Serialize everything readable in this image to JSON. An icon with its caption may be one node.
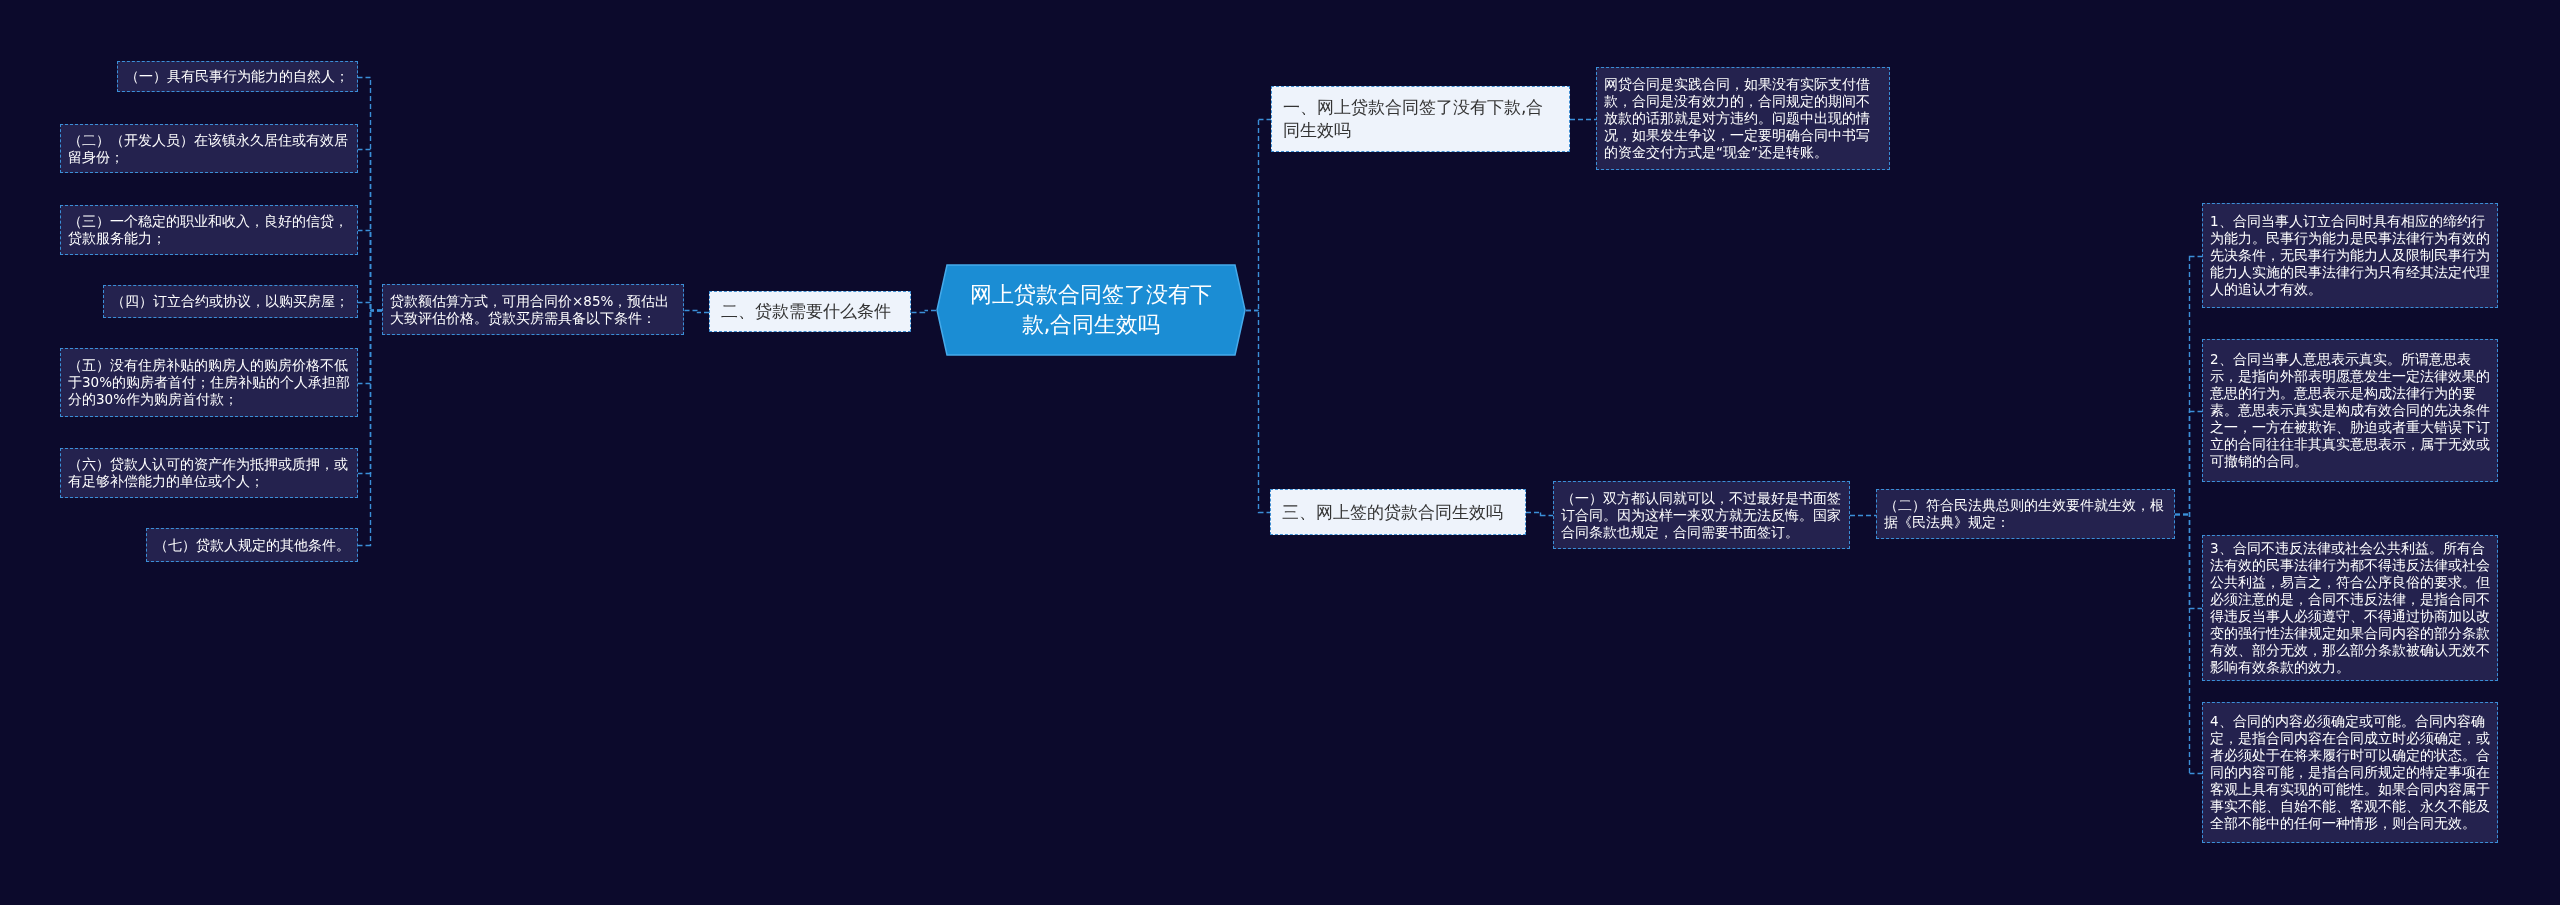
{
  "diagram": {
    "nodes": [
      {
        "text": [
          "网上贷款合同签了没有下款,合同生效吗"
        ]
      },
      {
        "text": [
          "一、网上贷款合同签了没有下款,合同生效吗"
        ]
      },
      {
        "text": [
          "网贷合同是实践合同，如果没有实际支付借款，合同是没有效力的，合同规定的期间不放款的话那就是对方违约。问题中出现的情况，如果发生争议，一定要明确合同中书写的资金交付方式是“现金”还是转账。"
        ]
      },
      {
        "text": [
          "二、贷款需要什么条件"
        ]
      },
      {
        "text": [
          "贷款额估算方式，可用合同价×85%，预估出大致评估价格。贷款买房需具备以下条件："
        ]
      },
      {
        "text": [
          "（一）具有民事行为能力的自然人；"
        ]
      },
      {
        "text": [
          "（二）（开发人员）在该镇永久居住或有效居留身份；"
        ]
      },
      {
        "text": [
          "（三）一个稳定的职业和收入，良好的信贷，贷款服务能力；"
        ]
      },
      {
        "text": [
          "（四）订立合约或协议，以购买房屋；"
        ]
      },
      {
        "text": [
          "（五）没有住房补贴的购房人的购房价格不低于30%的购房者首付；住房补贴的个人承担部分的30%作为购房首付款；"
        ]
      },
      {
        "text": [
          "（六）贷款人认可的资产作为抵押或质押，或有足够补偿能力的单位或个人；"
        ]
      },
      {
        "text": [
          "（七）贷款人规定的其他条件。"
        ]
      },
      {
        "text": [
          "三、网上签的贷款合同生效吗"
        ]
      },
      {
        "text": [
          "（一）双方都认同就可以，不过最好是书面签订合同。因为这样一来双方就无法反悔。国家合同条款也规定，合同需要书面签订。"
        ]
      },
      {
        "text": [
          "（二）符合民法典总则的生效要件就生效，根据《民法典》规定："
        ]
      },
      {
        "text": [
          "1、合同当事人订立合同时具有相应的缔约行为能力。民事行为能力是民事法律行为有效的先决条件，无民事行为能力人及限制民事行为能力人实施的民事法律行为只有经其法定代理人的追认才有效。"
        ]
      },
      {
        "text": [
          "2、合同当事人意思表示真实。所谓意思表示，是指向外部表明愿意发生一定法律效果的意思的行为。意思表示是构成法律行为的要素。意思表示真实是构成有效合同的先决条件之一，一方在被欺诈、胁迫或者重大错误下订立的合同往往非其真实意思表示，属于无效或可撤销的合同。"
        ]
      },
      {
        "text": [
          "3、合同不违反法律或社会公共利益。所有合法有效的民事法律行为都不得违反法律或社会公共利益，易言之，符合公序良俗的要求。但必须注意的是，合同不违反法律，是指合同不得违反当事人必须遵守、不得通过协商加以改变的强行性法律规定如果合同内容的部分条款有效、部分无效，那么部分条款被确认无效不影响有效条款的效力。"
        ]
      },
      {
        "text": [
          "4、合同的内容必须确定或可能。合同内容确定，是指合同内容在合同成立时必须确定，或者必须处于在将来履行时可以确定的状态。合同的内容可能，是指合同所规定的特定事项在客观上具有实现的可能性。如果合同内容属于事实不能、自始不能、客观不能、永久不能及全部不能中的任何一种情形，则合同无效。"
        ]
      }
    ],
    "edges": [
      {
        "from": 0,
        "to": 1,
        "arrow": "none"
      },
      {
        "from": 1,
        "to": 2,
        "arrow": "none"
      },
      {
        "from": 0,
        "to": 3,
        "arrow": "none"
      },
      {
        "from": 3,
        "to": 4,
        "arrow": "none"
      },
      {
        "from": 4,
        "to": 5,
        "arrow": "none"
      },
      {
        "from": 4,
        "to": 6,
        "arrow": "none"
      },
      {
        "from": 4,
        "to": 7,
        "arrow": "none"
      },
      {
        "from": 4,
        "to": 8,
        "arrow": "none"
      },
      {
        "from": 4,
        "to": 9,
        "arrow": "none"
      },
      {
        "from": 4,
        "to": 10,
        "arrow": "none"
      },
      {
        "from": 4,
        "to": 11,
        "arrow": "none"
      },
      {
        "from": 0,
        "to": 12,
        "arrow": "none"
      },
      {
        "from": 12,
        "to": 13,
        "arrow": "none"
      },
      {
        "from": 13,
        "to": 14,
        "arrow": "none"
      },
      {
        "from": 14,
        "to": 15,
        "arrow": "none"
      },
      {
        "from": 14,
        "to": 16,
        "arrow": "none"
      },
      {
        "from": 14,
        "to": 17,
        "arrow": "none"
      },
      {
        "from": 14,
        "to": 18,
        "arrow": "none"
      }
    ]
  }
}
